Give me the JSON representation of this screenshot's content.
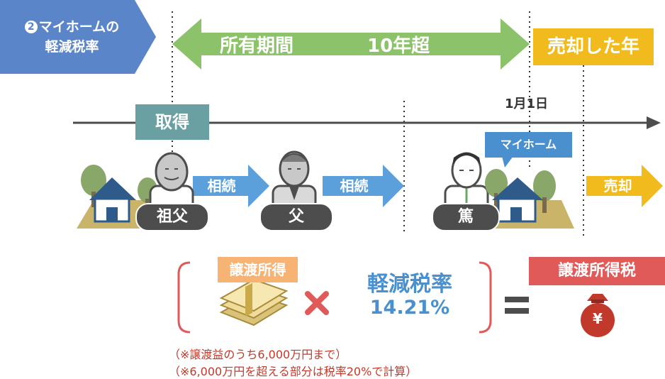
{
  "header": {
    "circled_number": "2",
    "title_line1": "マイホームの",
    "title_line2": "軽減税率"
  },
  "timeline": {
    "period_label": "所有期間",
    "period_value": "10年超",
    "sold_year": "売却した年",
    "date_label": "1月1日",
    "acquire_label": "取得"
  },
  "people": {
    "grandfather": "祖父",
    "father": "父",
    "self": "篤"
  },
  "arrows": {
    "inherit1": "相続",
    "inherit2": "相続",
    "sell": "売却"
  },
  "callout": "マイホーム",
  "formula": {
    "income_label": "譲渡所得",
    "rate_label": "軽減税率",
    "rate_value": "14.21%",
    "times": "×",
    "equals": "=",
    "tax_label": "譲渡所得税",
    "yen_symbol": "¥"
  },
  "notes": {
    "note1": "（※譲渡益のうち6,000万円まで）",
    "note2": "（※6,000万円を超える部分は税率20%で計算）"
  },
  "colors": {
    "header_blue": "#5a86c9",
    "green_arrow": "#8cc26a",
    "sold_yellow": "#f2bb1d",
    "teal": "#6aa0a1",
    "blue_arrow": "#5ba0db",
    "orange": "#f6b374",
    "red": "#e15a5a",
    "rate_blue": "#4a90cf"
  }
}
